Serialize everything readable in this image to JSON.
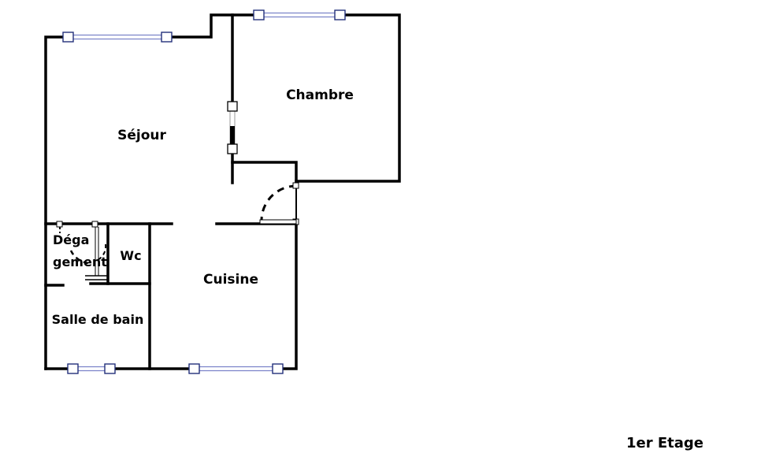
{
  "rooms": {
    "sejour": "Séjour",
    "chambre": "Chambre",
    "degagement_line1": "Déga",
    "degagement_line2": "gement",
    "wc": "Wc",
    "cuisine": "Cuisine",
    "salle_de_bain": "Salle de bain"
  },
  "floor_label": "1er Etage",
  "colors": {
    "wall": "#000000",
    "window": "#23307a",
    "background": "#ffffff"
  }
}
